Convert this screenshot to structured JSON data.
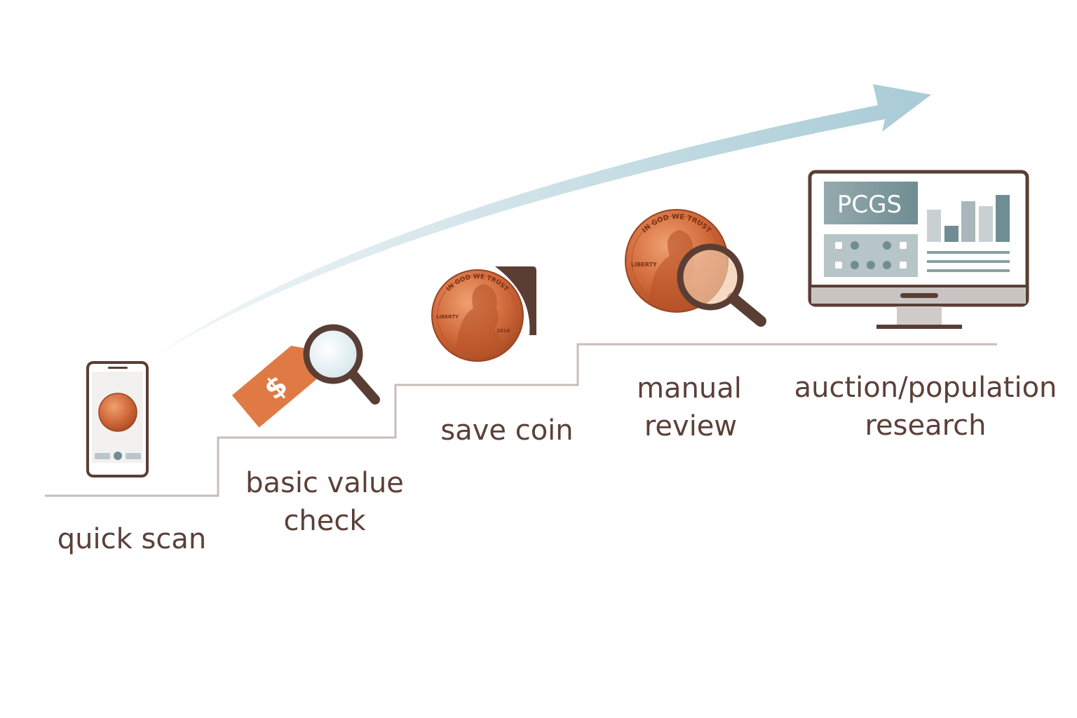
{
  "steps": [
    {
      "lines": [
        "quick scan"
      ],
      "icon": "smartphone-coin-scan-icon"
    },
    {
      "lines": [
        "basic value",
        "check"
      ],
      "icon": "price-tag-magnifier-icon"
    },
    {
      "lines": [
        "save coin"
      ],
      "icon": "coin-holder-icon"
    },
    {
      "lines": [
        "manual",
        "review"
      ],
      "icon": "coin-magnifier-icon"
    },
    {
      "lines": [
        "auction/population",
        "research"
      ],
      "icon": "monitor-pcgs-dashboard-icon"
    }
  ],
  "monitor_brand": "PCGS",
  "coin_lettering": [
    "IN GOD WE TRUST",
    "LIBERTY",
    "2016"
  ],
  "colors": {
    "text": "#5b4038",
    "stairs": "#c9bdb8",
    "arrow": "#a8cbd6",
    "copper": "#d0683a",
    "tag": "#e07a45",
    "outline": "#5a3e34",
    "slate": "#6f8d92"
  }
}
